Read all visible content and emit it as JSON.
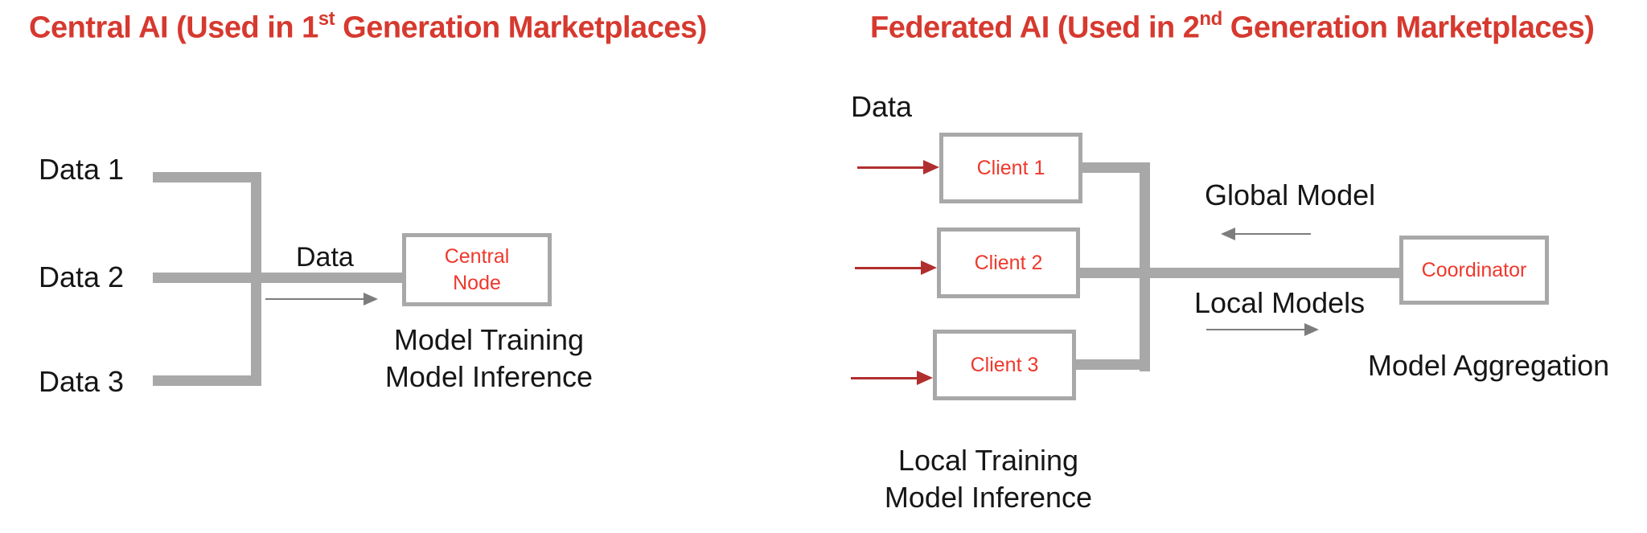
{
  "colors": {
    "title_red": "#d6392f",
    "node_text_red": "#ee382c",
    "data_arrow_red": "#b02f2e",
    "connector_gray": "#a8a8a8",
    "thin_arrow_gray": "#7d7d7d",
    "text_black": "#161616",
    "background": "#ffffff"
  },
  "left_panel": {
    "title_pre": "Central AI (Used in 1",
    "title_sup": "st",
    "title_post": " Generation Marketplaces)",
    "sources": [
      "Data 1",
      "Data 2",
      "Data 3"
    ],
    "flow_label": "Data",
    "node_lines": [
      "Central",
      "Node"
    ],
    "caption_lines": [
      "Model Training",
      "Model Inference"
    ]
  },
  "right_panel": {
    "title_pre": "Federated AI (Used in 2",
    "title_sup": "nd",
    "title_post": " Generation Marketplaces)",
    "data_label": "Data",
    "clients": [
      "Client 1",
      "Client 2",
      "Client 3"
    ],
    "global_model_label": "Global Model",
    "local_models_label": "Local Models",
    "coordinator_label": "Coordinator",
    "aggregation_label": "Model Aggregation",
    "caption_lines": [
      "Local Training",
      "Model Inference"
    ]
  }
}
